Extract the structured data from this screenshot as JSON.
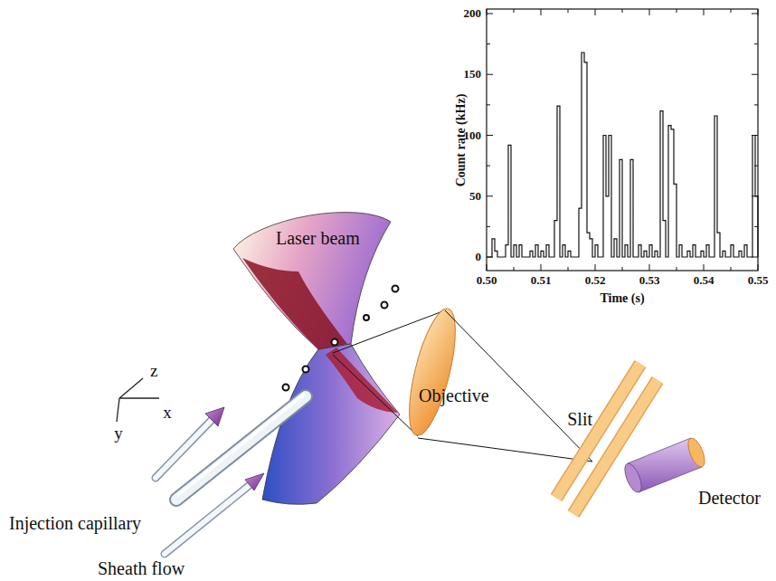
{
  "diagram": {
    "nodes": [
      {
        "text": [
          "Laser beam"
        ]
      },
      {
        "text": [
          "Objective"
        ]
      }
    ],
    "labels": [
      "z",
      "x",
      "y",
      "Injection capillary",
      "Sheath flow",
      "Slit",
      "Detector",
      "Count rate (kHz)",
      "Time (s)",
      "200",
      "150",
      "100",
      "50",
      "0",
      "0.50",
      "0.51",
      "0.52",
      "0.53",
      "0.54",
      "0.55"
    ]
  }
}
